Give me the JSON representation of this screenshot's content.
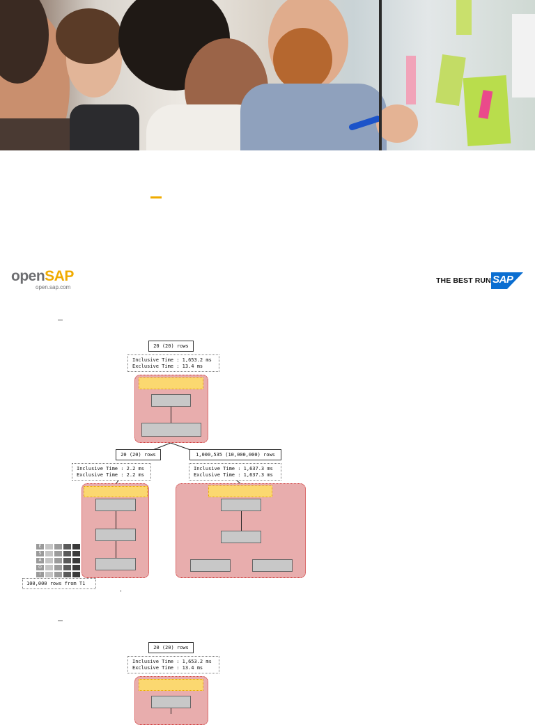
{
  "brand": {
    "logo_part1": "open",
    "logo_part2": "SAP",
    "logo_url": "open.sap.com",
    "best_run": "THE BEST RUN",
    "sap": "SAP",
    "colors": {
      "gold": "#f0ab00",
      "sap_blue": "#0a6ed1",
      "logo_gray": "#6d6e71"
    }
  },
  "diagram1": {
    "root_rows": "20 (20) rows",
    "root_time": [
      "Inclusive Time : 1,653.2 ms",
      "Exclusive Time : 13.4 ms"
    ],
    "left_rows": "20 (20) rows",
    "left_time": [
      "Inclusive Time : 2.2 ms",
      "Exclusive Time : 2.2 ms"
    ],
    "right_rows": "1,000,535 (10,000,000) rows",
    "right_time": [
      "Inclusive Time : 1,637.3 ms",
      "Exclusive Time : 1,637.3 ms"
    ],
    "table_rows": "100,000 rows from T1",
    "table_letters": [
      "E",
      "S",
      "A",
      "O",
      "I"
    ]
  },
  "diagram2": {
    "root_rows": "20 (20) rows",
    "root_time": [
      "Inclusive Time : 1,653.2 ms",
      "Exclusive Time : 13.4 ms"
    ]
  },
  "plan_colors": {
    "node_fill": "#e8adad",
    "node_border": "#cc2a2a",
    "header_fill": "#fbd870",
    "operator_fill": "#c8c8c8"
  }
}
